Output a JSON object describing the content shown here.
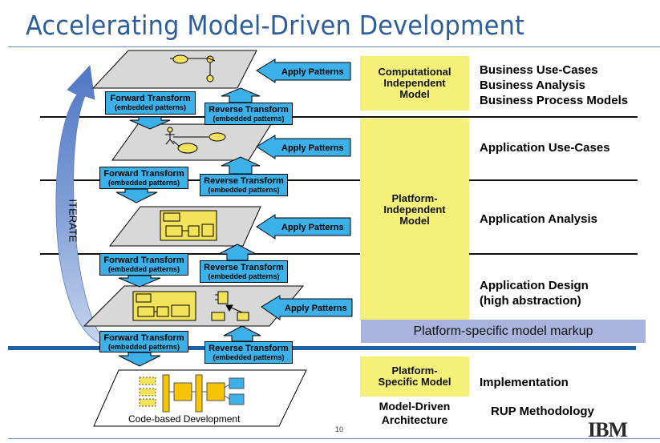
{
  "slide": {
    "title": "Accelerating Model-Driven Development",
    "page_number": "10",
    "logo_text": "IBM",
    "iterate_label": "ITERATE"
  },
  "transforms": {
    "forward_label": "Forward Transform",
    "reverse_label": "Reverse Transform",
    "sub_label": "(embedded patterns)",
    "apply_label": "Apply Patterns"
  },
  "models": {
    "cim": "Computational Independent Model",
    "pim": "Platform-Independent Model",
    "psm": "Platform-Specific Model",
    "markup": "Platform-specific model markup",
    "mda": "Model-Driven Architecture",
    "code_based": "Code-based Development"
  },
  "activities": {
    "business_use_cases": "Business Use-Cases",
    "business_analysis": "Business Analysis",
    "business_process_models": "Business Process Models",
    "application_use_cases": "Application Use-Cases",
    "application_analysis": "Application Analysis",
    "application_design_1": "Application Design",
    "application_design_2": "(high abstraction)",
    "implementation": "Implementation",
    "rup": "RUP Methodology"
  },
  "colors": {
    "title": "#2e5d9c",
    "transform_fill": "#3cb0e8",
    "model_box": "#f4f078",
    "markup_box": "#a9b4dc",
    "separator_blue": "#1f5fa8",
    "plane_fill": "#d8d8d8"
  }
}
